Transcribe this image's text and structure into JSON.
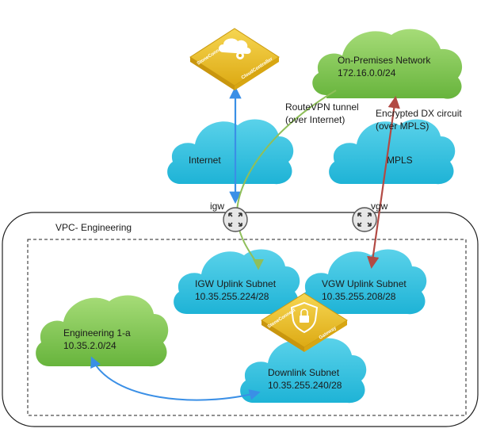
{
  "diagram": {
    "clouds": {
      "on_prem": {
        "name": "On-Premises Network",
        "cidr": "172.16.0.0/24"
      },
      "internet": {
        "name": "Internet"
      },
      "mpls": {
        "name": "MPLS"
      },
      "igw_uplink": {
        "name": "IGW Uplink Subnet",
        "cidr": "10.35.255.224/28"
      },
      "vgw_uplink": {
        "name": "VGW Uplink Subnet",
        "cidr": "10.35.255.208/28"
      },
      "engineering": {
        "name": "Engineering 1-a",
        "cidr": "10.35.2.0/24"
      },
      "downlink": {
        "name": "Downlink Subnet",
        "cidr": "10.35.255.240/28"
      }
    },
    "vpc_label": "VPC- Engineering",
    "routers": {
      "igw": "igw",
      "vgw": "vgw"
    },
    "links": {
      "routevpn": [
        "RouteVPN tunnel",
        "(over Internet)"
      ],
      "dx": [
        "Encrypted DX circuit",
        "(over MPLS)"
      ]
    },
    "logos": {
      "controller": {
        "brand": "StoneConnect",
        "product": "CloudController"
      },
      "gateway": {
        "brand": "StoneConnect",
        "product": "Gateway"
      }
    },
    "colors": {
      "blue_cloud": "#2fbcdc",
      "green_cloud": "#79c04a",
      "blue_arrow": "#3a8fe6",
      "green_arrow": "#8fbf5a",
      "red_arrow": "#b24a44",
      "logo_gold": "#e8b820"
    }
  }
}
